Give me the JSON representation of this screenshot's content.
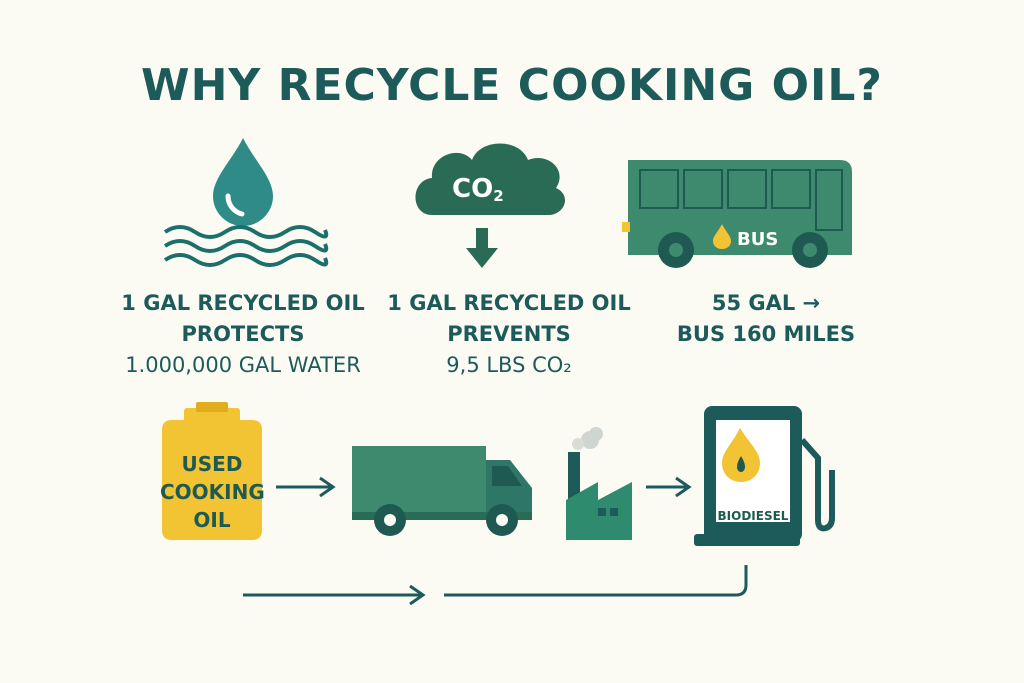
{
  "title": "WHY RECYCLE COOKING OIL?",
  "stats": [
    {
      "lines": [
        "1 GAL RECYCLED OIL",
        "PROTECTS",
        "1.000,000 GAL WATER"
      ]
    },
    {
      "lines": [
        "1 GAL RECYCLED OIL",
        "PREVENTS",
        "9,5 LBS CO₂"
      ]
    },
    {
      "lines": [
        "55 GAL →",
        "BUS 160 MILES"
      ]
    }
  ],
  "icons": {
    "water": "water-drop-waves-icon",
    "co2": "co2-cloud-icon",
    "bus": "bus-icon",
    "oil": "oil-container-icon",
    "truck": "truck-icon",
    "factory": "factory-icon",
    "pump": "fuel-pump-icon"
  },
  "labels": {
    "co2_main": "CO",
    "co2_sub": "2",
    "bus": "BUS",
    "oil": [
      "USED",
      "COOKING",
      "OIL"
    ],
    "pump": "BIODIESEL"
  },
  "colors": {
    "teal_dark": "#1d5a5a",
    "teal": "#2e8b87",
    "green": "#3d8a6e",
    "green_dark": "#2a6b55",
    "yellow": "#f2c333"
  }
}
